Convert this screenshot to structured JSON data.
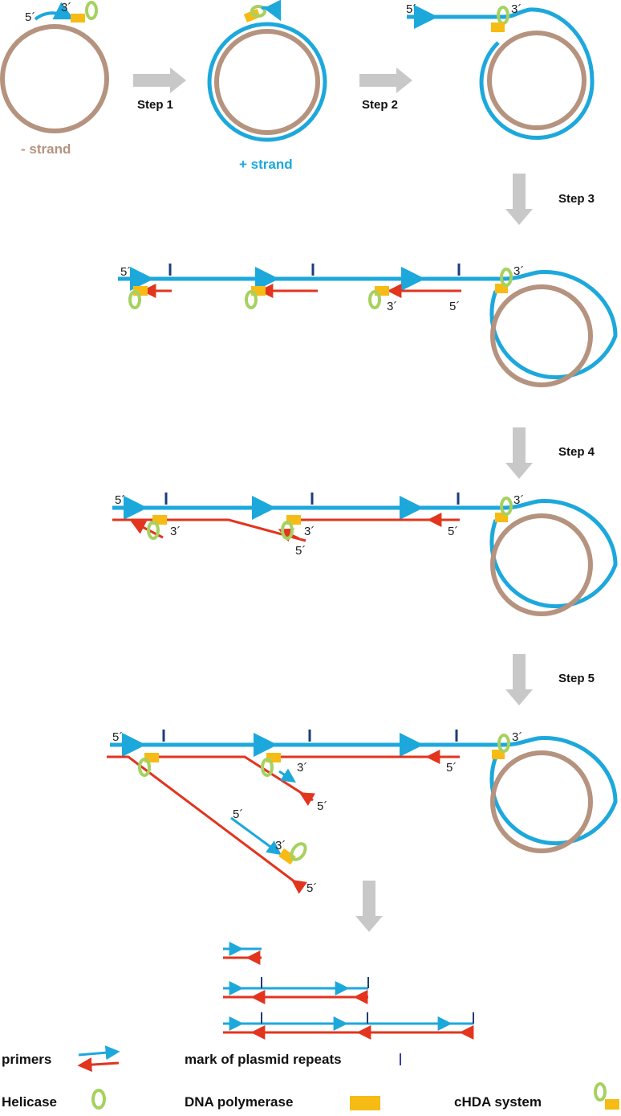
{
  "colors": {
    "minus_strand": "#b5937f",
    "plus_strand": "#1da8dc",
    "product_strand": "#e3341e",
    "helicase": "#a6d160",
    "polymerase": "#f6bc15",
    "arrow": "#c8c8c8",
    "repeat_mark": "#1d3c7a"
  },
  "labels": {
    "five_prime": "5´",
    "three_prime": "3´",
    "minus_strand": "- strand",
    "plus_strand": "+ strand"
  },
  "steps": [
    "Step 1",
    "Step 2",
    "Step 3",
    "Step 4",
    "Step 5"
  ],
  "legend": {
    "primers": "primers",
    "repeats": "mark of plasmid repeats",
    "helicase": "Helicase",
    "polymerase": "DNA polymerase",
    "system": "cHDA system"
  }
}
